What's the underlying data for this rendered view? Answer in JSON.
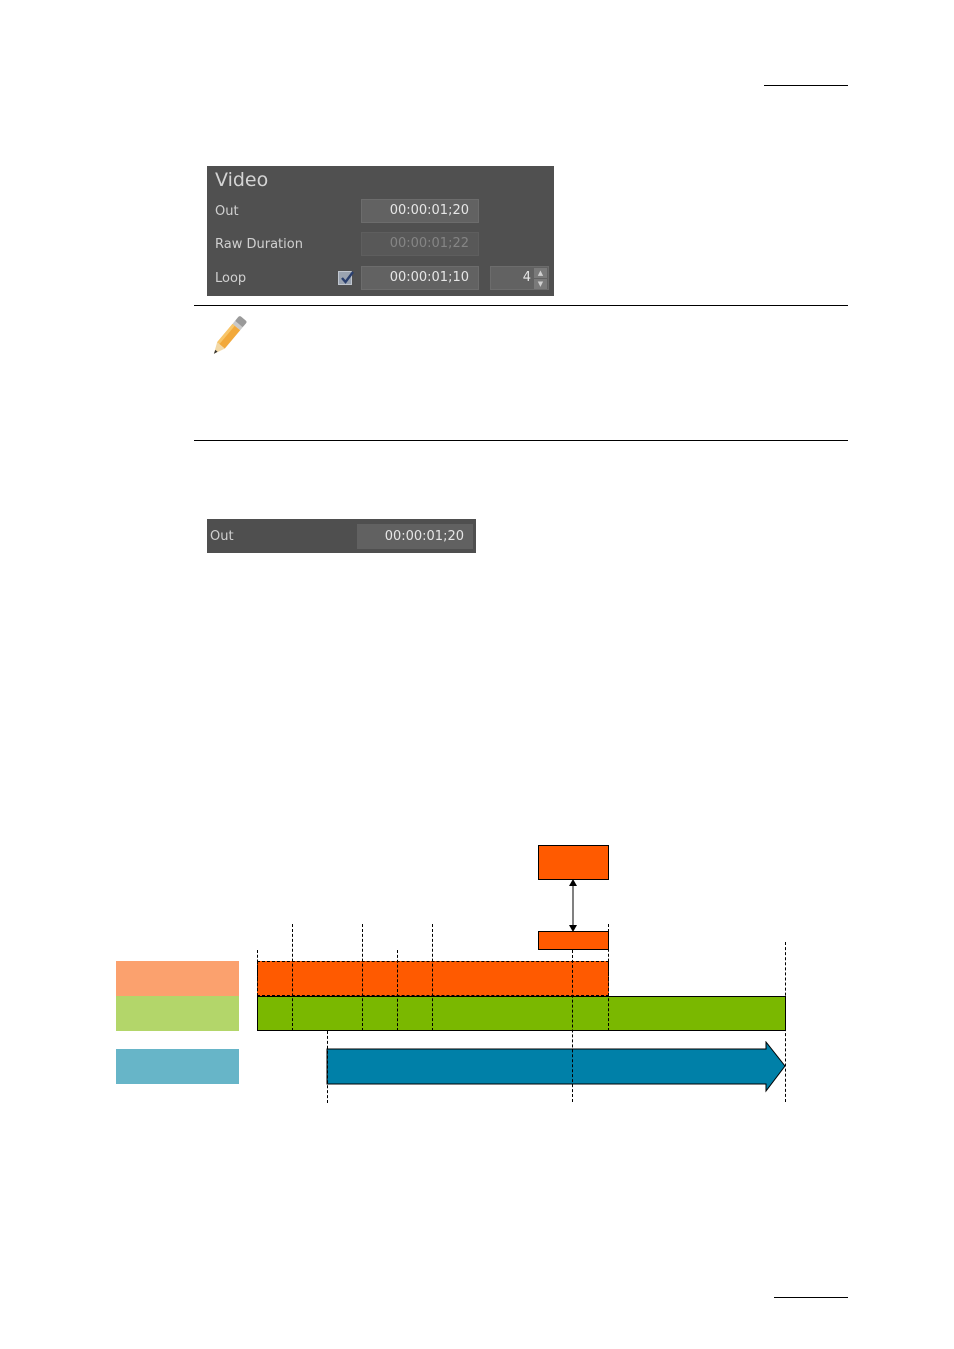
{
  "video_panel": {
    "title": "Video",
    "out": {
      "label": "Out",
      "value": "00:00:01;20"
    },
    "raw_duration": {
      "label": "Raw Duration",
      "value": "00:00:01;22"
    },
    "loop": {
      "label": "Loop",
      "checked": true,
      "value": "00:00:01;10",
      "count": "4"
    }
  },
  "out_panel": {
    "label": "Out",
    "value": "00:00:01;20"
  },
  "diagram": {
    "colors": {
      "orange": "#ff5a00",
      "green": "#7ab800",
      "blue": "#0080a8",
      "legend_orange": "#fba16e",
      "legend_green": "#b3d66a",
      "legend_blue": "#67b5c8"
    }
  }
}
